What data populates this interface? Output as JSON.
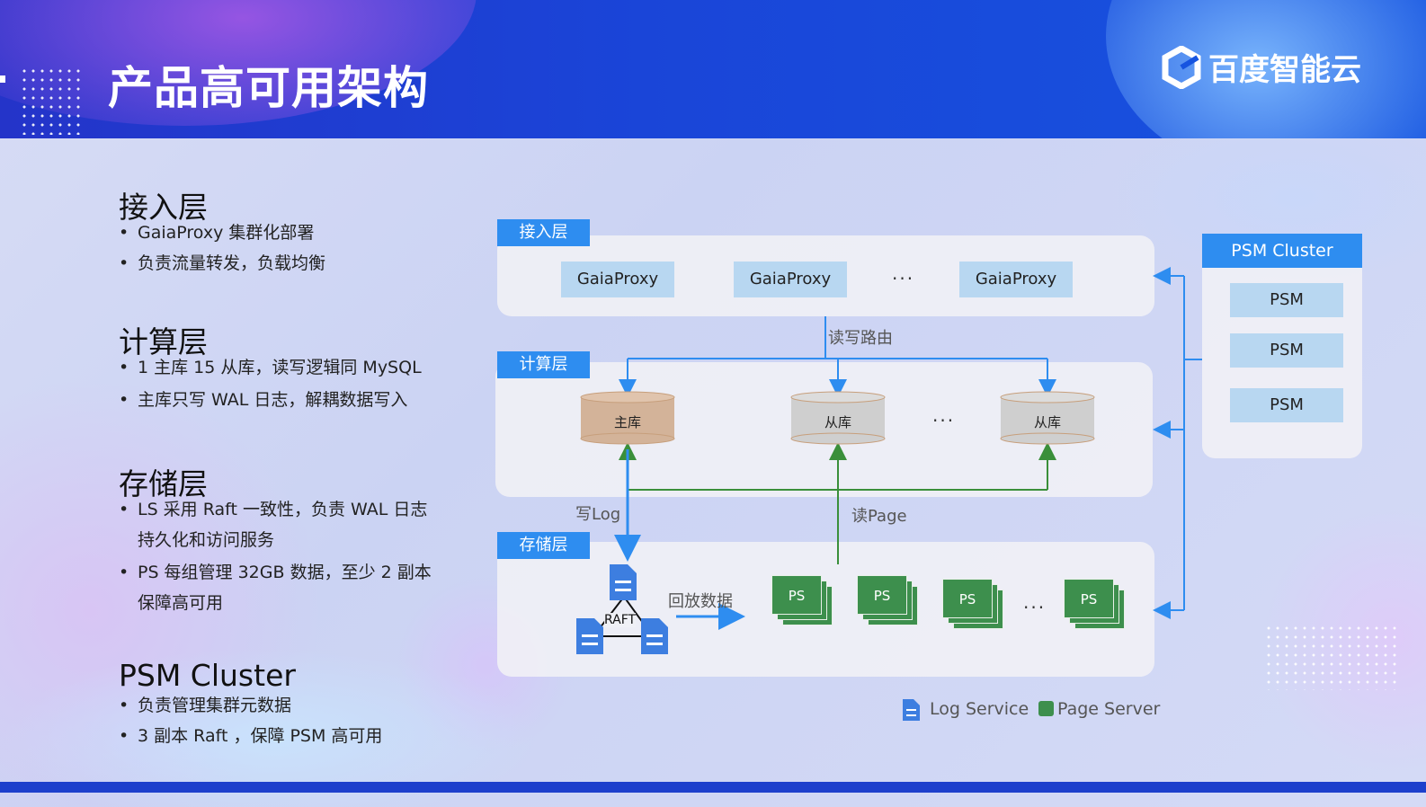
{
  "header": {
    "title": "产品高可用架构",
    "brand": "百度智能云"
  },
  "sections": [
    {
      "heading": "接入层",
      "bullets": [
        "GaiaProxy 集群化部署",
        "负责流量转发，负载均衡"
      ]
    },
    {
      "heading": "计算层",
      "bullets": [
        "1 主库 15 从库，读写逻辑同 MySQL",
        "主库只写 WAL 日志，解耦数据写入"
      ]
    },
    {
      "heading": "存储层",
      "bullets": [
        "LS 采用 Raft 一致性，负责 WAL 日志",
        "持久化和访问服务",
        "PS 每组管理 32GB 数据，至少 2 副本",
        "保障高可用"
      ]
    },
    {
      "heading": "PSM Cluster",
      "bullets": [
        "负责管理集群元数据",
        "3 副本 Raft ，保障 PSM 高可用"
      ]
    }
  ],
  "diagram": {
    "access": {
      "tag": "接入层",
      "nodes": [
        "GaiaProxy",
        "GaiaProxy",
        "GaiaProxy"
      ],
      "ellipsis": "···"
    },
    "route_label": "读写路由",
    "compute": {
      "tag": "计算层",
      "primary": "主库",
      "replicas": [
        "从库",
        "从库"
      ],
      "ellipsis": "···"
    },
    "write_log": "写Log",
    "read_page": "读Page",
    "storage": {
      "tag": "存储层",
      "raft": "RAFT",
      "replay": "回放数据",
      "ps": [
        "PS",
        "PS",
        "PS",
        "PS"
      ],
      "ellipsis": "···"
    },
    "psm": {
      "title": "PSM Cluster",
      "nodes": [
        "PSM",
        "PSM",
        "PSM"
      ]
    },
    "legend": {
      "log": "Log Service",
      "page": "Page Server"
    }
  },
  "colors": {
    "tag": "#2e8df0",
    "node": "#b8d7f1",
    "primary_db": "#d3b399",
    "replica_db": "#cfcfcf",
    "ps": "#3d8f4d",
    "arrow_blue": "#2e8df0",
    "arrow_green": "#3a8f3a"
  }
}
